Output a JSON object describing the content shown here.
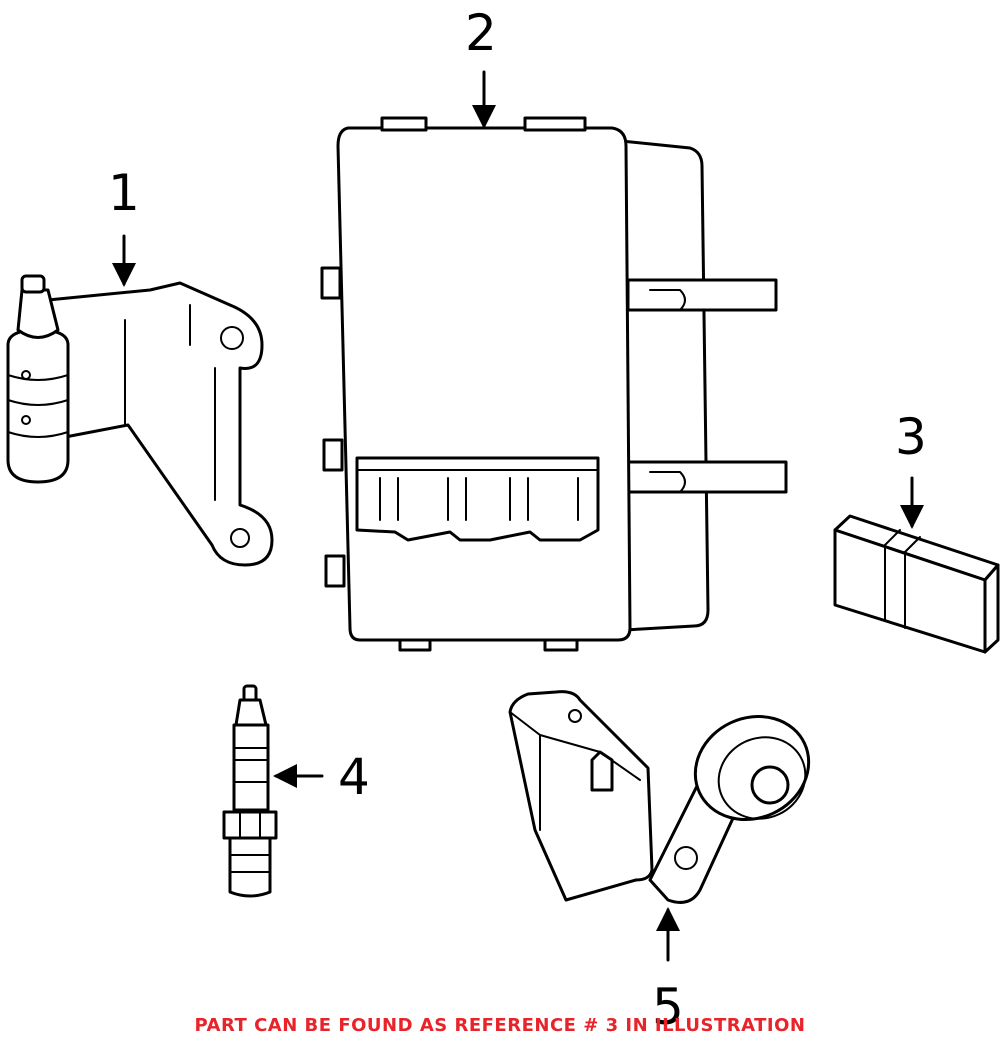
{
  "callouts": {
    "c1": "1",
    "c2": "2",
    "c3": "3",
    "c4": "4",
    "c5": "5"
  },
  "note": "PART CAN BE FOUND AS REFERENCE # 3 IN ILLUSTRATION",
  "colors": {
    "line": "#000000",
    "note": "#e8232a",
    "background": "#ffffff"
  }
}
